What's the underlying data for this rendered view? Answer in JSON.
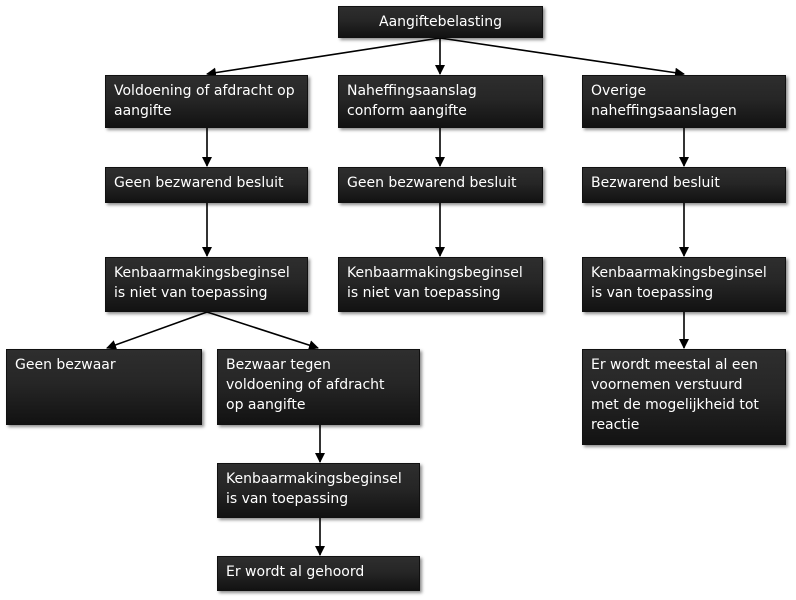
{
  "nodes": {
    "root": "Aangiftebelasting",
    "voldoening": "Voldoening of afdracht op\naangifte",
    "naheffing_conform": "Naheffingsaanslag\nconform aangifte",
    "overige": "Overige\nnaheffingsaanslagen",
    "geen_bezwarend_1": "Geen bezwarend besluit",
    "geen_bezwarend_2": "Geen bezwarend besluit",
    "bezwarend": "Bezwarend besluit",
    "kenbaar_niet_1": "Kenbaarmakingsbeginsel\nis niet van toepassing",
    "kenbaar_niet_2": "Kenbaarmakingsbeginsel\nis niet van toepassing",
    "kenbaar_wel_1": "Kenbaarmakingsbeginsel\nis van toepassing",
    "geen_bezwaar": "Geen bezwaar",
    "bezwaar_tegen": "Bezwaar tegen\nvoldoening of afdracht\nop aangifte",
    "voornemen": "Er wordt meestal al een\nvoornemen verstuurd\nmet de mogelijkheid tot\nreactie",
    "kenbaar_wel_2": "Kenbaarmakingsbeginsel\nis van toepassing",
    "gehoord": "Er wordt al gehoord"
  },
  "colors": {
    "box_fill": "#262626",
    "box_text": "#ffffff",
    "arrow": "#000000"
  }
}
